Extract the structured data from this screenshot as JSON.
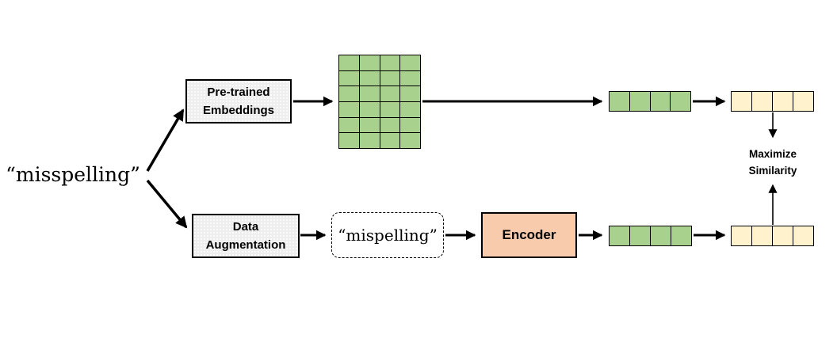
{
  "canvas": {
    "background": "#ffffff"
  },
  "input": {
    "label": "“misspelling”"
  },
  "top_branch": {
    "box": {
      "line1": "Pre-trained",
      "line2": "Embeddings",
      "fill": "#eeeeee"
    },
    "embedding_matrix": {
      "rows": 6,
      "cols": 4,
      "fill": "#a9d18e"
    },
    "embedding_vector": {
      "rows": 1,
      "cols": 4,
      "fill": "#a9d18e"
    },
    "projected_vector": {
      "rows": 1,
      "cols": 4,
      "fill": "#fff2cc"
    }
  },
  "bottom_branch": {
    "box": {
      "line1": "Data",
      "line2": "Augmentation",
      "fill": "#eeeeee"
    },
    "augmented_text": {
      "label": "“mispelling”"
    },
    "encoder": {
      "label": "Encoder",
      "fill": "#f8cbad"
    },
    "encoded_vector": {
      "rows": 1,
      "cols": 4,
      "fill": "#a9d18e"
    },
    "projected_vector": {
      "rows": 1,
      "cols": 4,
      "fill": "#fff2cc"
    }
  },
  "objective": {
    "line1": "Maximize",
    "line2": "Similarity"
  },
  "colors": {
    "green": "#a9d18e",
    "cream": "#fff2cc",
    "peach": "#f8cbad",
    "gray": "#eeeeee",
    "stroke": "#000000"
  }
}
